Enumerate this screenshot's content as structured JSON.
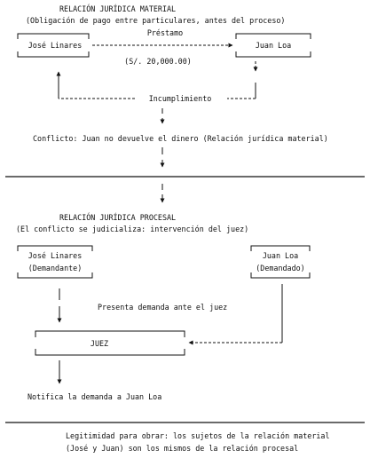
{
  "material": {
    "title": "RELACIÓN JURÍDICA MATERIAL",
    "subtitle": "(Obligación de pago entre particulares, antes del proceso)",
    "creditor": "José Linares",
    "debtor": "Juan Loa",
    "loan_label": "Préstamo",
    "amount": "(S/. 20,000.00)",
    "breach_label": "Incumplimiento",
    "conflict": "Conflicto: Juan no devuelve el dinero (Relación jurídica material)"
  },
  "procesal": {
    "title": "RELACIÓN JURÍDICA PROCESAL",
    "subtitle": "(El conflicto se judicializa: intervención del juez)",
    "plaintiff_name": "José Linares",
    "plaintiff_role": "(Demandante)",
    "defendant_name": "Juan Loa",
    "defendant_role": "(Demandado)",
    "filing_label": "Presenta demanda ante el juez",
    "judge": "JUEZ",
    "notify_label": "Notifica la demanda a Juan Loa"
  },
  "conclusion": {
    "line1": "Legitimidad para obrar: los sujetos de la relación material",
    "line2": "(José y Juan) son los mismos de la relación procesal"
  }
}
